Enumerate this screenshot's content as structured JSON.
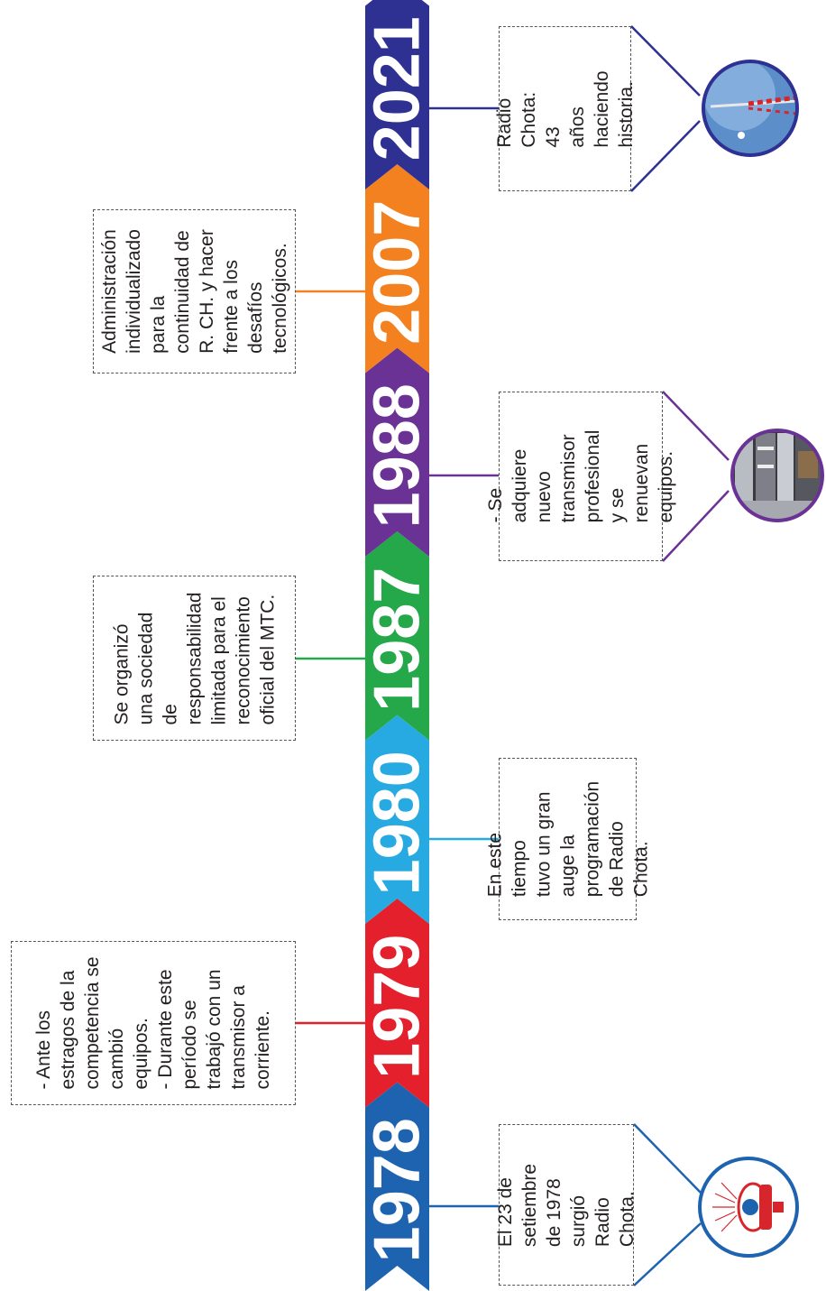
{
  "timeline": {
    "years": [
      {
        "year": "1978",
        "color": "#1e63b0"
      },
      {
        "year": "1979",
        "color": "#e3202b"
      },
      {
        "year": "1980",
        "color": "#27aae1"
      },
      {
        "year": "1987",
        "color": "#25a84a"
      },
      {
        "year": "1988",
        "color": "#6a3295"
      },
      {
        "year": "2007",
        "color": "#f48120"
      },
      {
        "year": "2021",
        "color": "#2e3192"
      }
    ]
  },
  "notes": [
    {
      "year": "1978",
      "text": "El 23 de\nsetiembre\nde 1978 surgió\nRadio Chota.",
      "side": "right",
      "image": "radio-chota-logo"
    },
    {
      "year": "1979",
      "text": "- Ante los\nestragos de la\ncompetencia se\ncambió\nequipos.\n- Durante este\nperíodo se\ntrabajó con un\ntransmisor a\ncorriente.",
      "side": "left"
    },
    {
      "year": "1980",
      "text": "En este tiempo\ntuvo un gran\nauge la\nprogramación\nde Radio Chota.",
      "side": "right"
    },
    {
      "year": "1987",
      "text": "Se organizó\nuna sociedad\nde\nresponsabilidad\nlimitada para el\nreconocimiento\noficial del MTC.",
      "side": "left"
    },
    {
      "year": "1988",
      "text": "- Se adquiere\nnuevo\ntransmisor\nprofesional y se\nrenuevan\nequipos.",
      "side": "right",
      "image": "transmitter-equipment-photo"
    },
    {
      "year": "2007",
      "text": "Administración\nindividualizado\npara la\ncontinuidad de\nR. CH. y hacer\nfrente a los\ndesafíos\ntecnológicos.",
      "side": "left"
    },
    {
      "year": "2021",
      "text": "Radio Chota: 43\naños haciendo\nhistoria.",
      "side": "right",
      "image": "antenna-tower-photo"
    }
  ]
}
